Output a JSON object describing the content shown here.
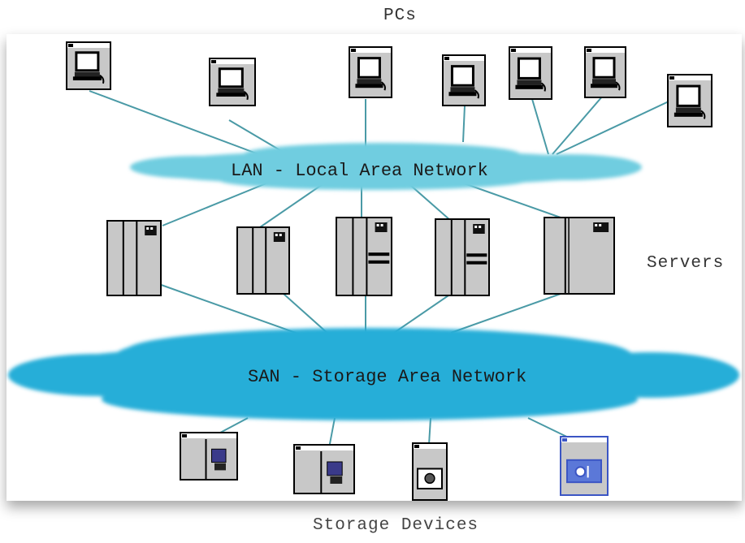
{
  "labels": {
    "pcs": "PCs",
    "servers": "Servers",
    "storage_devices": "Storage Devices",
    "lan": "LAN - Local Area Network",
    "san": "SAN - Storage Area Network"
  },
  "colors": {
    "cloud": "#6fcde0",
    "cloud_san": "#27aed8",
    "link": "#4a9aa6",
    "device_fill": "#c8c8c8",
    "device_stroke": "#000000",
    "storage_accent": "#3b55c4"
  },
  "icons": {
    "pc": "pc-icon",
    "server": "server-icon",
    "storage": "storage-device-icon"
  }
}
